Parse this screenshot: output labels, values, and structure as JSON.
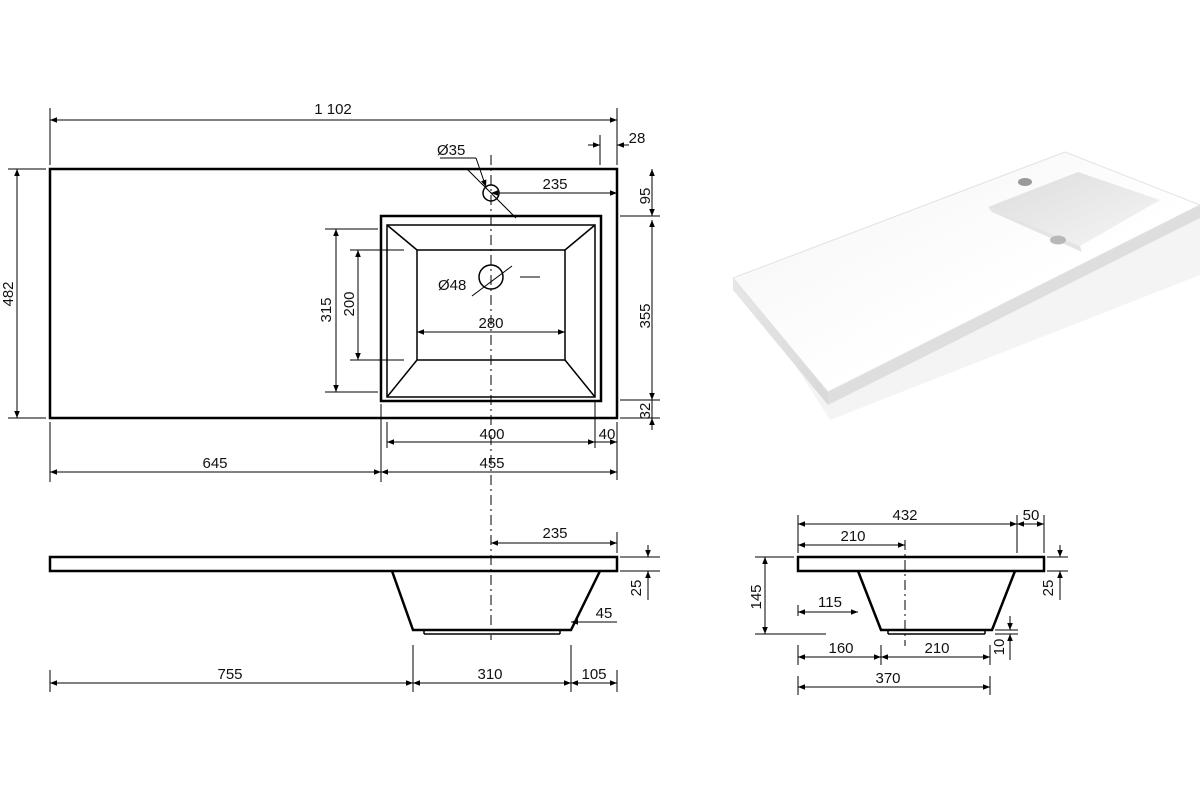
{
  "top_view": {
    "dims": {
      "overall_width": "1 102",
      "edge_offset": "28",
      "hole_diameter": "Ø35",
      "hole_from_right": "235",
      "hole_from_top": "95",
      "depth": "482",
      "bowl_outer_depth": "315",
      "bowl_inner_depth": "200",
      "drain_diameter": "Ø48",
      "bowl_inner_width": "280",
      "bowl_side_depth": "355",
      "bottom_margin": "32",
      "bowl_outer_width": "400",
      "bowl_right_margin": "40",
      "left_section": "645",
      "right_section": "455"
    }
  },
  "front_view": {
    "dims": {
      "drain_from_right": "235",
      "slab_thickness": "25",
      "bowl_wall": "45",
      "left_length": "755",
      "bowl_bottom": "310",
      "right_length": "105"
    }
  },
  "side_view": {
    "dims": {
      "total_depth": "432",
      "back_margin": "50",
      "drain_from_front": "210",
      "height": "145",
      "bowl_bottom_offset": "115",
      "slab_thickness": "25",
      "bottom_thickness": "10",
      "front_offset": "160",
      "bowl_bottom_width": "210",
      "bowl_top_width": "370"
    }
  }
}
